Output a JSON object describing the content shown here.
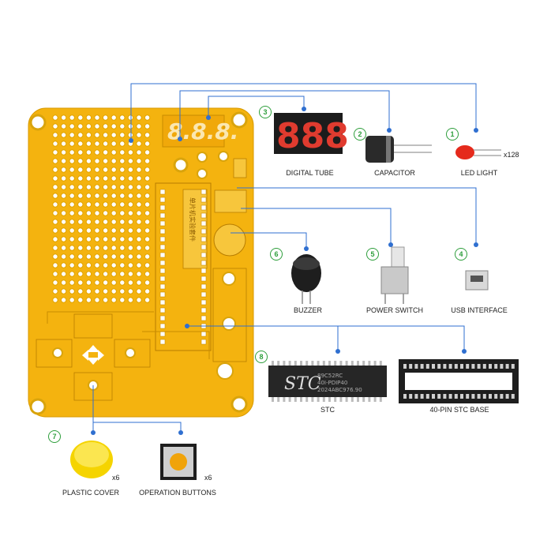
{
  "components": [
    {
      "id": "digital-tube",
      "number": "3",
      "label": "DIGITAL TUBE",
      "display": "888"
    },
    {
      "id": "capacitor",
      "number": "2",
      "label": "CAPACITOR"
    },
    {
      "id": "led-light",
      "number": "1",
      "label": "LED LIGHT",
      "quantity": "x128"
    },
    {
      "id": "usb-interface",
      "number": "4",
      "label": "USB INTERFACE"
    },
    {
      "id": "power-switch",
      "number": "5",
      "label": "POWER SWITCH"
    },
    {
      "id": "buzzer",
      "number": "6",
      "label": "BUZZER"
    },
    {
      "id": "stc",
      "number": "8",
      "label": "STC",
      "chip_brand": "STC",
      "chip_lines": [
        "89C52RC",
        "40I-PDIP40",
        "2024ABC976.90"
      ]
    },
    {
      "id": "stc-base",
      "label": "40-PIN STC BASE"
    },
    {
      "id": "plastic-cover",
      "number": "7",
      "label": "PLASTIC COVER",
      "quantity": "x6"
    },
    {
      "id": "operation-buttons",
      "label": "OPERATION BUTTONS",
      "quantity": "x6"
    }
  ],
  "colors": {
    "leader_line": "#2f6fd0",
    "number_badge": "#2e9e3c",
    "pcb": "#f4b30f",
    "display_segment": "#e03b2f"
  }
}
